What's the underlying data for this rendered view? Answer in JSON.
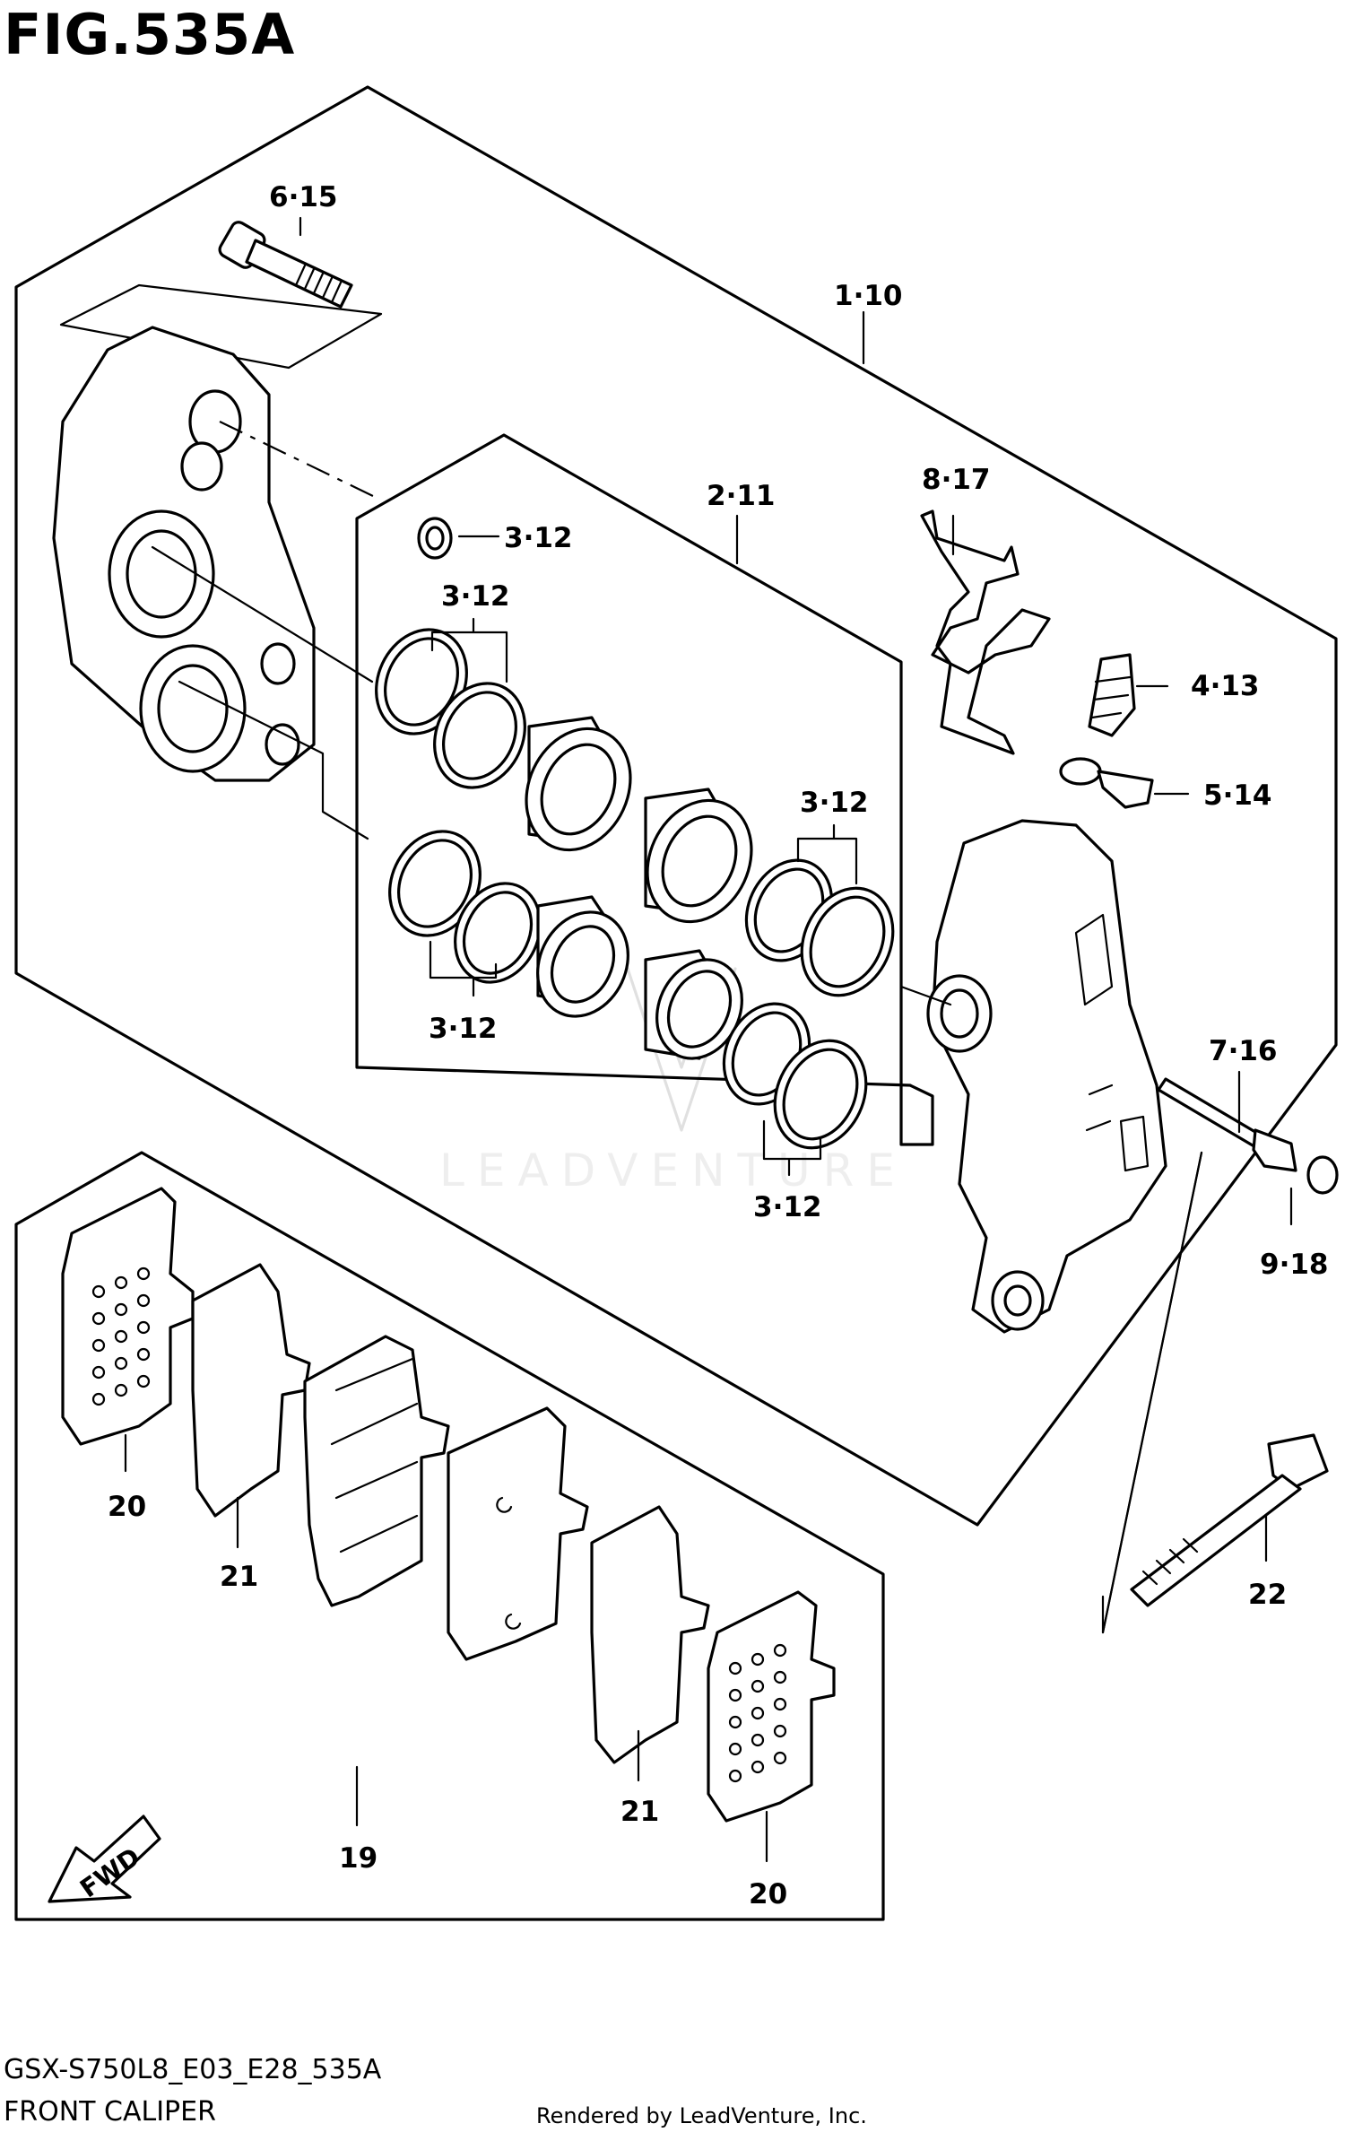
{
  "figure": {
    "title": "FIG.535A"
  },
  "callouts": [
    "6·15",
    "1·10",
    "2·11",
    "8·17",
    "3·12",
    "3·12",
    "4·13",
    "3·12",
    "5·14",
    "3·12",
    "7·16",
    "3·12",
    "9·18",
    "20",
    "21",
    "22",
    "21",
    "19",
    "20"
  ],
  "badge": {
    "fwd_label": "FWD"
  },
  "watermark": {
    "text": "LEADVENTURE"
  },
  "footer": {
    "model_code": "GSX-S750L8_E03_E28_535A",
    "section_name": "FRONT CALIPER",
    "credit": "Rendered by LeadVenture, Inc."
  }
}
